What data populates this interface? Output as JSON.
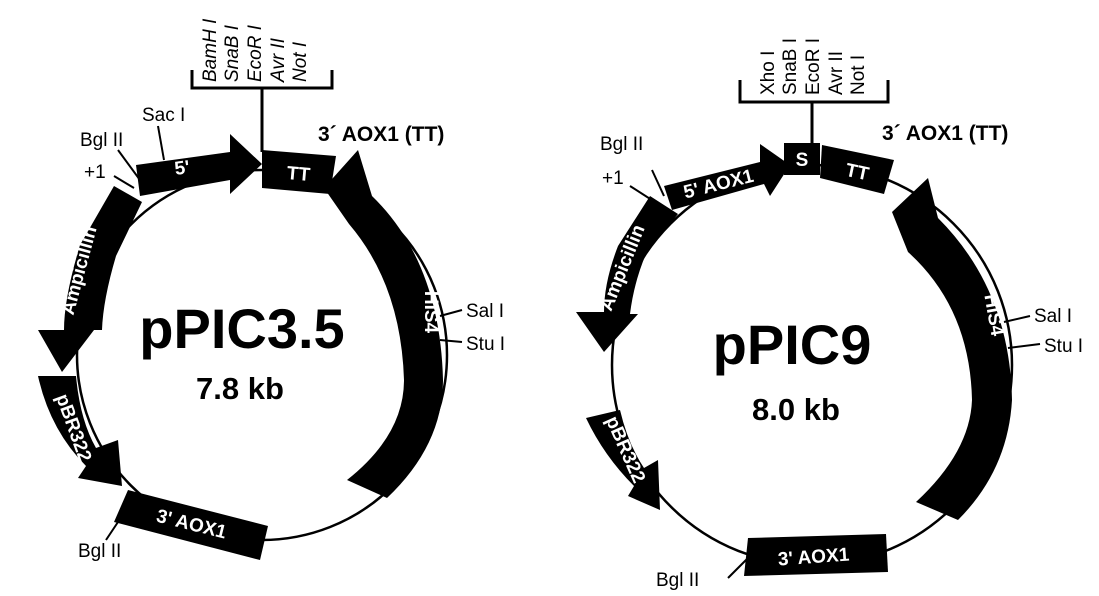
{
  "left": {
    "name": "pPIC3.5",
    "size": "7.8 kb",
    "term_label": "3´ AOX1 (TT)",
    "mcs": [
      "BamH I",
      "SnaB I",
      "EcoR I",
      "Avr II",
      "Not I"
    ],
    "segments": {
      "five": "5'",
      "tt": "TT",
      "his4": "HIS4",
      "amp": "Ampicillin",
      "pbr": "pBR322",
      "aox3": "3' AOX1"
    },
    "sites": {
      "sac": "Sac I",
      "bgl_top": "Bgl II",
      "plus1": "+1",
      "sal": "Sal I",
      "stu": "Stu I",
      "bgl_bottom": "Bgl II"
    }
  },
  "right": {
    "name": "pPIC9",
    "size": "8.0 kb",
    "term_label": "3´ AOX1 (TT)",
    "mcs": [
      "Xho I",
      "SnaB I",
      "EcoR I",
      "Avr II",
      "Not I"
    ],
    "segments": {
      "five": "5' AOX1",
      "s": "S",
      "tt": "TT",
      "his4": "HIS4",
      "amp": "Ampicillin",
      "pbr": "pBR322",
      "aox3": "3' AOX1"
    },
    "sites": {
      "bgl_top": "Bgl II",
      "plus1": "+1",
      "sal": "Sal I",
      "stu": "Stu I",
      "bgl_bottom": "Bgl II"
    }
  }
}
